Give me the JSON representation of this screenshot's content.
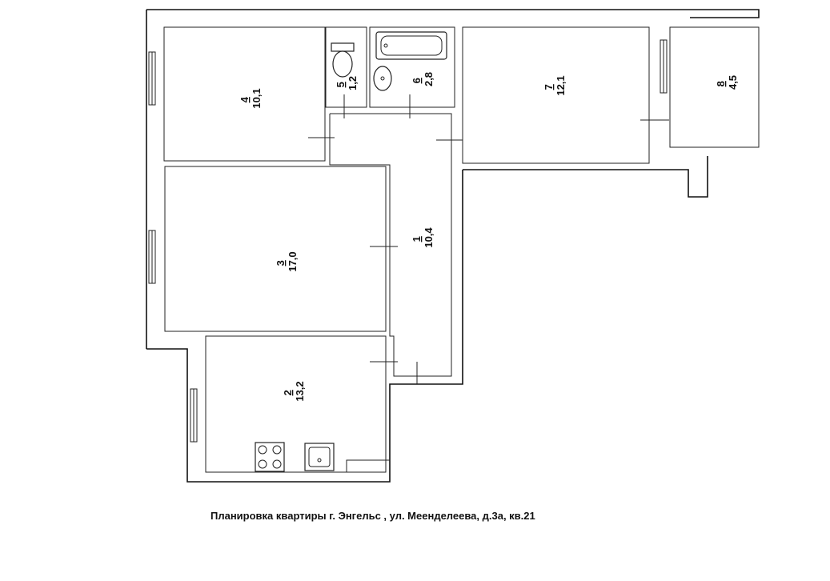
{
  "rooms": [
    {
      "id": "1",
      "number": "1",
      "area": "10,4"
    },
    {
      "id": "2",
      "number": "2",
      "area": "13,2"
    },
    {
      "id": "3",
      "number": "3",
      "area": "17,0"
    },
    {
      "id": "4",
      "number": "4",
      "area": "10,1"
    },
    {
      "id": "5",
      "number": "5",
      "area": "1,2"
    },
    {
      "id": "6",
      "number": "6",
      "area": "2,8"
    },
    {
      "id": "7",
      "number": "7",
      "area": "12,1"
    },
    {
      "id": "8",
      "number": "8",
      "area": "4,5"
    }
  ],
  "caption": "Планировка квартиры г. Энгельс , ул.  Меенделеева, д.3а, кв.21"
}
